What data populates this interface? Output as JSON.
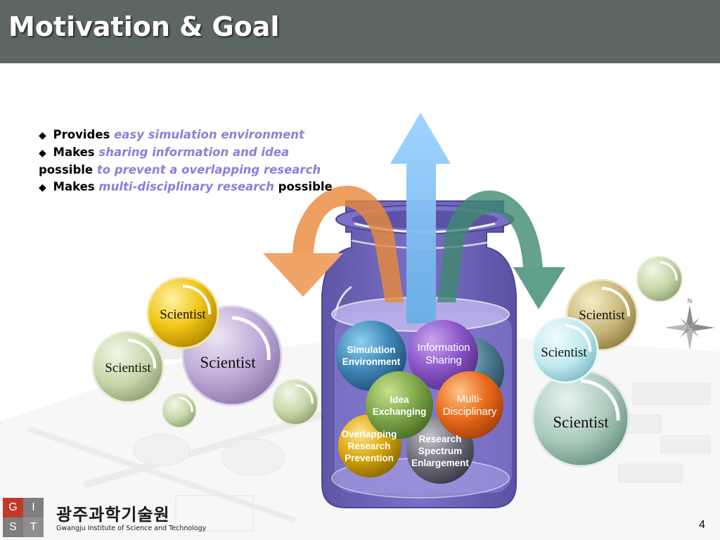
{
  "slide": {
    "title": "Motivation & Goal",
    "page_number": "4"
  },
  "bullets": [
    {
      "prefix": "Provides",
      "emphasis": "easy simulation environment",
      "suffix": ""
    },
    {
      "prefix": "Makes",
      "emphasis": "sharing information and idea",
      "line2_prefix": "possible",
      "line2_emphasis": "to prevent a overlapping research",
      "suffix": ""
    },
    {
      "prefix": "Makes",
      "emphasis": "multi-disciplinary research",
      "suffix": "possible"
    }
  ],
  "jar_balls": {
    "simulation": "Simulation Environment",
    "information": "Information Sharing",
    "idea": "Idea Exchanging",
    "multi": "Multi-Disciplinary",
    "overlap": "Overlapping Research Prevention",
    "spectrum": "Research Spectrum Enlargement"
  },
  "scientists": {
    "left_top": "Scientist",
    "left_large": "Scientist",
    "left_small": "Scientist",
    "right_top": "Scientist",
    "right_mid": "Scientist",
    "right_large": "Scientist"
  },
  "logo": {
    "cells": [
      "G",
      "I",
      "S",
      "T"
    ],
    "korean_name": "광주과학기술원",
    "english_name": "Gwangju Institute of Science and Technology"
  },
  "compass": {
    "north": "N"
  },
  "colors": {
    "header_bg": "#5c6663",
    "emphasis_text": "#8a80d8",
    "jar": "#6d63b5",
    "arrow_up": "#7fbef0",
    "arrow_left": "#f0a468",
    "arrow_right": "#5fa08a"
  }
}
